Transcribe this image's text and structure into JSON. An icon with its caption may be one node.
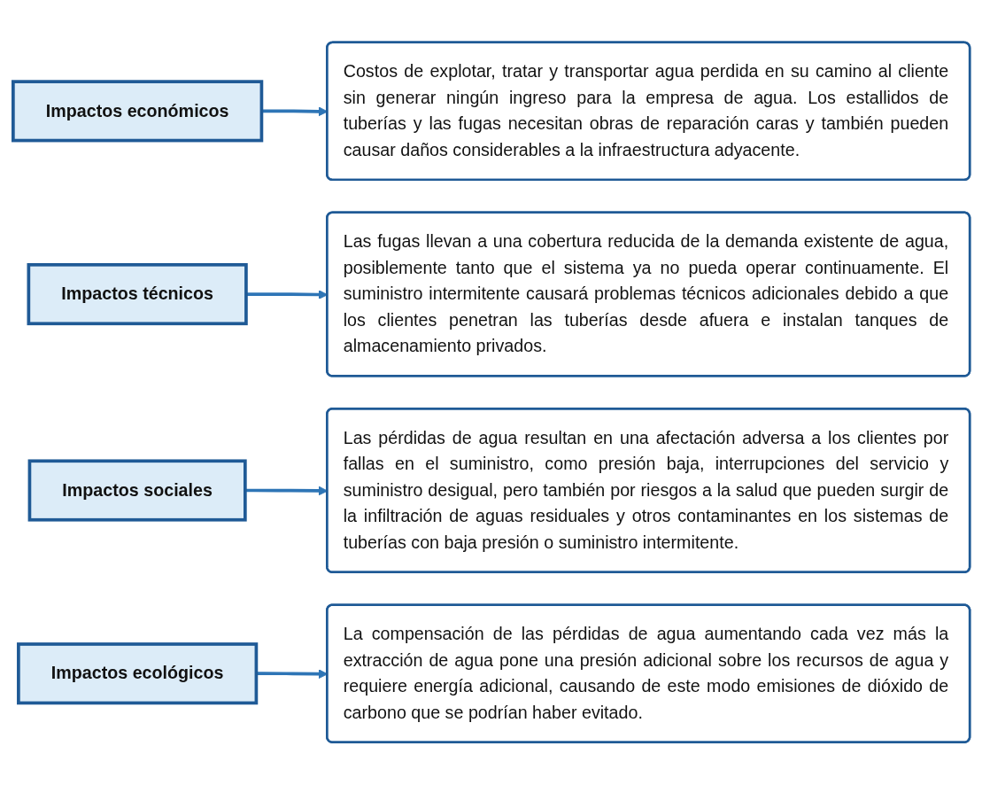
{
  "diagram": {
    "nodes": [
      {
        "text": [
          "Impactos económicos"
        ]
      },
      {
        "text": [
          "Costos de explotar, tratar y transportar agua perdida en su camino al cliente sin generar ningún ingreso para la empresa de agua. Los estallidos de tuberías y las fugas necesitan obras de reparación caras y también pueden causar daños considerables a la infraestructura adyacente."
        ]
      },
      {
        "text": [
          "Impactos técnicos"
        ]
      },
      {
        "text": [
          "Las fugas llevan a una cobertura reducida de la demanda existente de agua, posiblemente tanto que el sistema ya no pueda operar continuamente. El suministro intermitente causará problemas técnicos adicionales debido a que los clientes penetran las tuberías desde afuera e instalan tanques de almacenamiento privados."
        ]
      },
      {
        "text": [
          "Impactos sociales"
        ]
      },
      {
        "text": [
          "Las pérdidas de agua resultan en una afectación adversa a los clientes por fallas en el suministro, como presión baja, interrupciones del servicio y suministro desigual, pero también por riesgos a la salud que pueden surgir de la infiltración de aguas residuales y otros contaminantes en los sistemas de tuberías con baja presión o suministro intermitente."
        ]
      },
      {
        "text": [
          "Impactos ecológicos"
        ]
      },
      {
        "text": [
          "La compensación de las pérdidas de agua aumentando cada vez más la extracción de agua pone una presión adicional sobre los recursos de agua y requiere energía adicional, causando de este modo emisiones de dióxido de carbono que se podrían haber evitado."
        ]
      }
    ],
    "edges": [
      {
        "from": 0,
        "to": 1,
        "arrow": "to"
      },
      {
        "from": 2,
        "to": 3,
        "arrow": "to"
      },
      {
        "from": 4,
        "to": 5,
        "arrow": "to"
      },
      {
        "from": 6,
        "to": 7,
        "arrow": "to"
      }
    ]
  }
}
